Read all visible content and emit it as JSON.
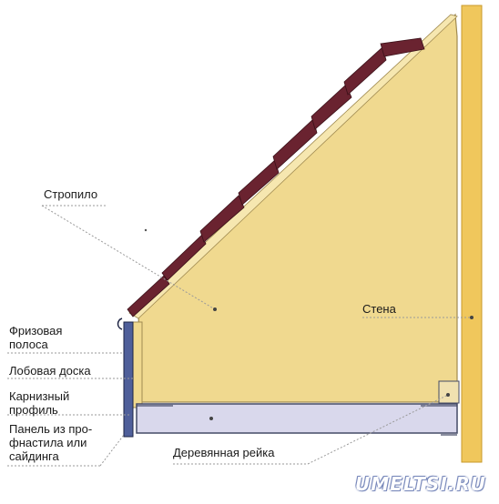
{
  "labels": {
    "rafter": "Стропило",
    "wall": "Стена",
    "frieze_line1": "Фризовая",
    "frieze_line2": "полоса",
    "fascia": "Лобовая доска",
    "cornice_line1": "Карнизный",
    "cornice_line2": "профиль",
    "panel_line1": "Панель из про-",
    "panel_line2": "фнастила или",
    "panel_line3": "сайдинга",
    "batten": "Деревянная рейка"
  },
  "watermark": "UMELTSI.RU",
  "colors": {
    "wood": "#f0d98f",
    "wood_edge": "#a08a50",
    "wall": "#f0c75c",
    "wall_edge": "#c89a2a",
    "roofing": "#6a2330",
    "batten": "#d9d8ec",
    "batten_edge": "#444a66",
    "leader": "#9a9a9a",
    "panel": "#4f5f9a"
  }
}
